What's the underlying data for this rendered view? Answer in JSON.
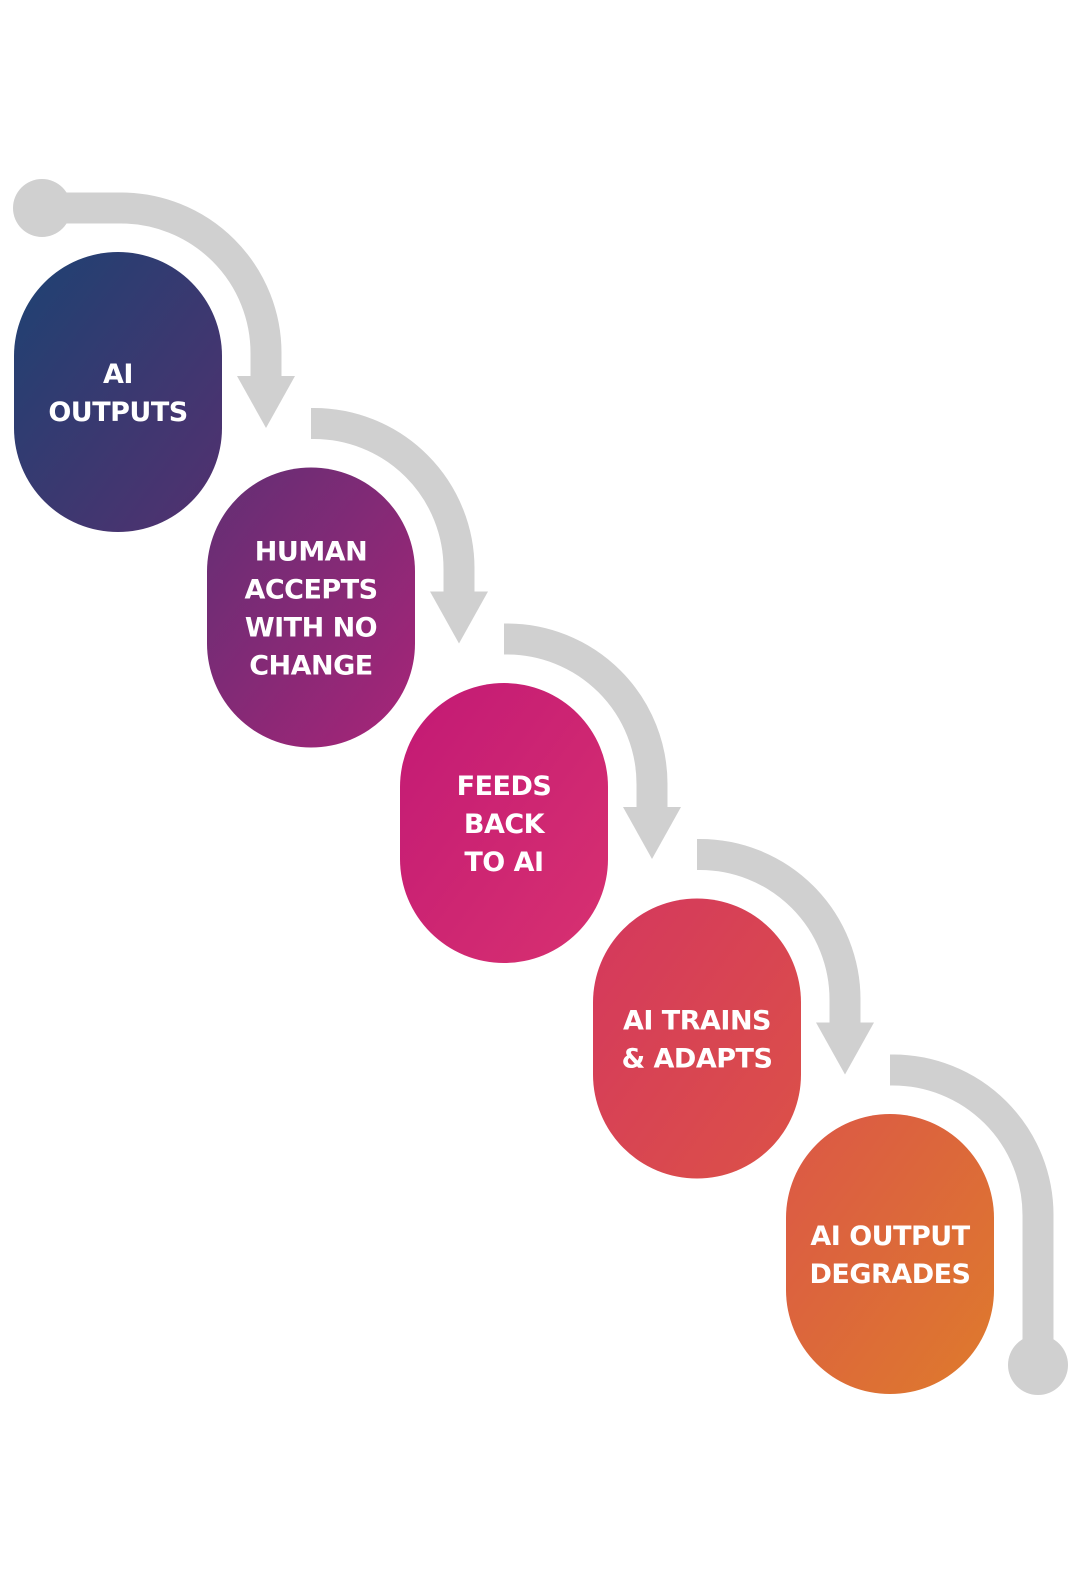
{
  "diagram": {
    "connector_color": "#d0d0d0",
    "steps": [
      {
        "id": "ai-outputs",
        "lines": [
          "AI",
          "OUTPUTS"
        ],
        "gradient": [
          "#1d4272",
          "#54306f"
        ]
      },
      {
        "id": "human-accepts",
        "lines": [
          "HUMAN",
          "ACCEPTS",
          "WITH NO",
          "CHANGE"
        ],
        "gradient": [
          "#612f74",
          "#a92478"
        ]
      },
      {
        "id": "feeds-back",
        "lines": [
          "FEEDS",
          "BACK",
          "TO AI"
        ],
        "gradient": [
          "#c21975",
          "#d83170"
        ]
      },
      {
        "id": "ai-trains",
        "lines": [
          "AI TRAINS",
          "& ADAPTS"
        ],
        "gradient": [
          "#d4375e",
          "#dc5247"
        ]
      },
      {
        "id": "ai-output-degrades",
        "lines": [
          "AI OUTPUT",
          "DEGRADES"
        ],
        "gradient": [
          "#db5747",
          "#de7b2c"
        ]
      }
    ]
  }
}
